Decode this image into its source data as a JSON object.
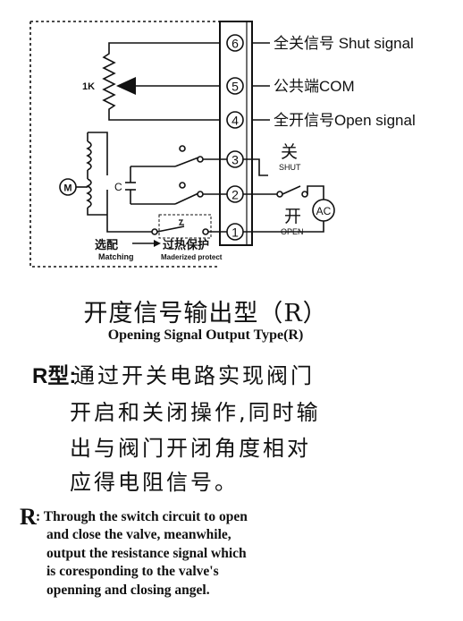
{
  "terminals": [
    {
      "number": "6",
      "label": "全关信号 Shut signal"
    },
    {
      "number": "5",
      "label": "公共端COM"
    },
    {
      "number": "4",
      "label": "全开信号Open signal"
    },
    {
      "number": "3"
    },
    {
      "number": "2"
    },
    {
      "number": "1"
    }
  ],
  "pot_label": "1K",
  "motor_label": "M",
  "capacitor_label": "C",
  "ac_label": "AC",
  "shut_cn": "关",
  "shut_en": "SHUT",
  "open_cn": "开",
  "open_en": "OPEN",
  "matching_cn": "选配",
  "matching_en": "Matching",
  "protect_cn": "过热保护",
  "protect_en": "Maderized protect",
  "title_cn": "开度信号输出型（R）",
  "title_en": "Opening Signal Output Type(R)",
  "r_label": "R型:",
  "desc_cn_lines": [
    "通过开关电路实现阀门",
    "开启和关闭操作,同时输",
    "出与阀门开闭角度相对",
    "应得电阻信号。"
  ],
  "r_en": "R",
  "desc_en_lines": [
    ": Through the switch circuit to open",
    "and close the valve, meanwhile,",
    "output the resistance signal which",
    "is coresponding to the valve's",
    "openning and closing angel."
  ]
}
